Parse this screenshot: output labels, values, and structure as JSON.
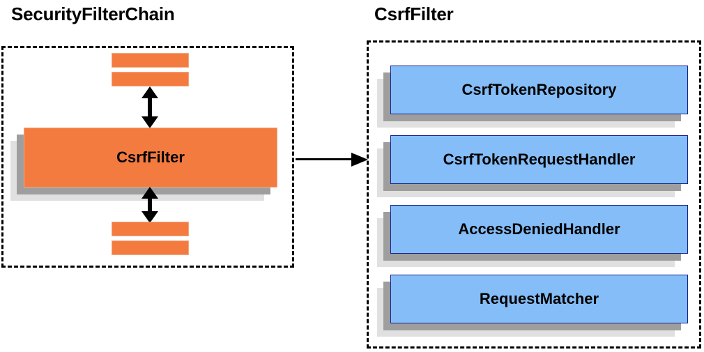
{
  "diagram": {
    "left_panel": {
      "title": "SecurityFilterChain",
      "main_box_label": "CsrfFilter",
      "filter_bars_top": [
        "",
        ""
      ],
      "filter_bars_bottom": [
        "",
        ""
      ],
      "arrow_top_name": "bidirectional-arrow",
      "arrow_bottom_name": "bidirectional-arrow"
    },
    "right_panel": {
      "title": "CsrfFilter",
      "collaborators": [
        {
          "label": "CsrfTokenRepository"
        },
        {
          "label": "CsrfTokenRequestHandler"
        },
        {
          "label": "AccessDeniedHandler"
        },
        {
          "label": "RequestMatcher"
        }
      ]
    },
    "connector": {
      "from": "CsrfFilter",
      "to": "CsrfFilter detail panel",
      "style": "solid-arrow-right"
    },
    "colors": {
      "orange_fill": "#f47b3f",
      "orange_border": "#f0a882",
      "blue_fill": "#84bdf7",
      "blue_border": "#17218b",
      "shadow_near": "#9e9e9e",
      "shadow_far": "#e0e0e0",
      "outline": "#000000",
      "background": "#ffffff"
    }
  }
}
